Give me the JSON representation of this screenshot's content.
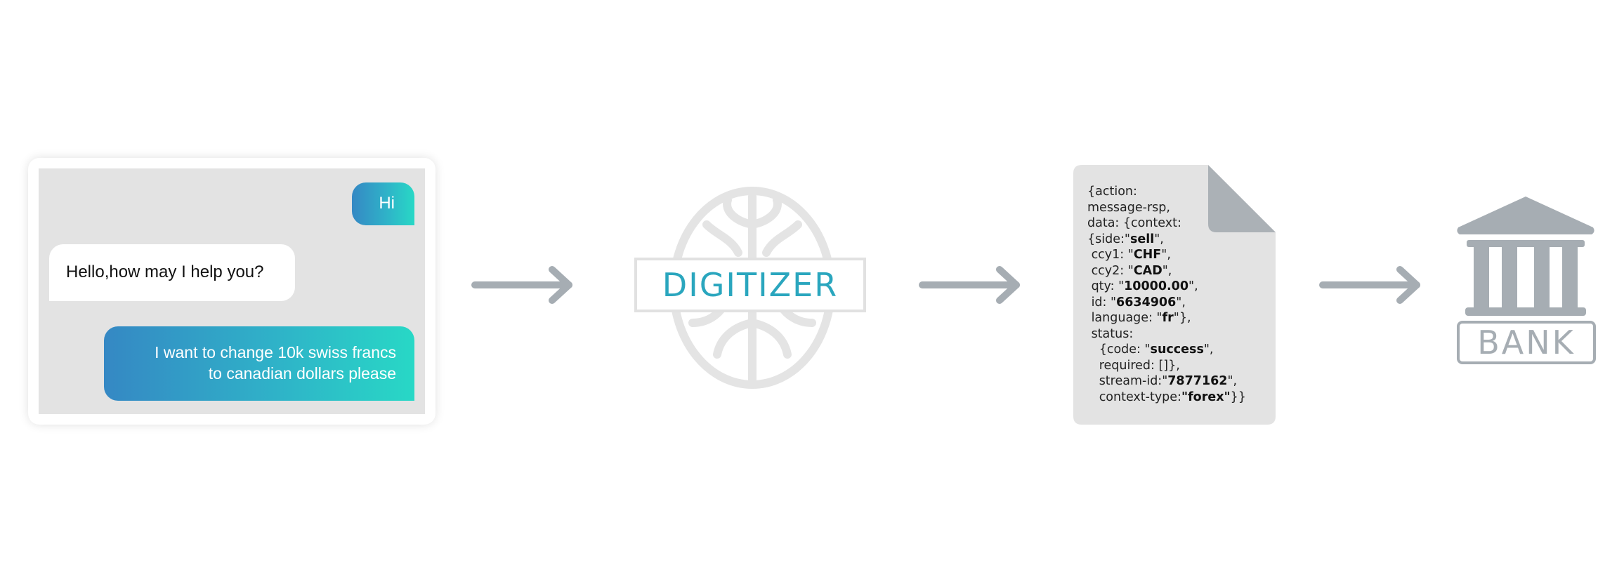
{
  "chat": {
    "messages": [
      {
        "sender": "user",
        "text": "Hi"
      },
      {
        "sender": "bot",
        "text": "Hello,how may I help you?"
      },
      {
        "sender": "user",
        "lines": [
          "I want to change 10k swiss francs",
          "to canadian dollars please"
        ]
      }
    ],
    "user_gradient": [
      "#3588c4",
      "#28d8c6"
    ]
  },
  "digitizer": {
    "label": "DIGITIZER",
    "icon": "brain-icon",
    "label_color": "#2aa6be"
  },
  "document": {
    "icon": "document-icon",
    "lines": [
      [
        {
          "t": "{action:"
        }
      ],
      [
        {
          "t": "message-rsp,"
        }
      ],
      [
        {
          "t": "data: {context:"
        }
      ],
      [
        {
          "t": "{side:\""
        },
        {
          "t": "sell",
          "b": true
        },
        {
          "t": "\","
        }
      ],
      [
        {
          "t": " ccy1: \""
        },
        {
          "t": "CHF",
          "b": true
        },
        {
          "t": "\","
        }
      ],
      [
        {
          "t": " ccy2: \""
        },
        {
          "t": "CAD",
          "b": true
        },
        {
          "t": "\","
        }
      ],
      [
        {
          "t": " qty: \""
        },
        {
          "t": "10000.00",
          "b": true
        },
        {
          "t": "\","
        }
      ],
      [
        {
          "t": " id: \""
        },
        {
          "t": "6634906",
          "b": true
        },
        {
          "t": "\","
        }
      ],
      [
        {
          "t": " language: \""
        },
        {
          "t": "fr",
          "b": true
        },
        {
          "t": "\"},"
        }
      ],
      [
        {
          "t": " status:"
        }
      ],
      [
        {
          "t": "   {code: \""
        },
        {
          "t": "success",
          "b": true
        },
        {
          "t": "\","
        }
      ],
      [
        {
          "t": "   required: []},"
        }
      ],
      [
        {
          "t": "   stream-id:\""
        },
        {
          "t": "7877162",
          "b": true
        },
        {
          "t": "\","
        }
      ],
      [
        {
          "t": "   context-type:"
        },
        {
          "t": "\"forex\"",
          "b": true
        },
        {
          "t": "}}"
        }
      ]
    ]
  },
  "bank": {
    "label": "BANK",
    "icon": "bank-icon"
  },
  "arrows": {
    "icon": "right-arrow-icon",
    "color": "#a6adb3"
  },
  "colors": {
    "gray": "#a6adb3",
    "light_gray": "#e3e3e3"
  }
}
